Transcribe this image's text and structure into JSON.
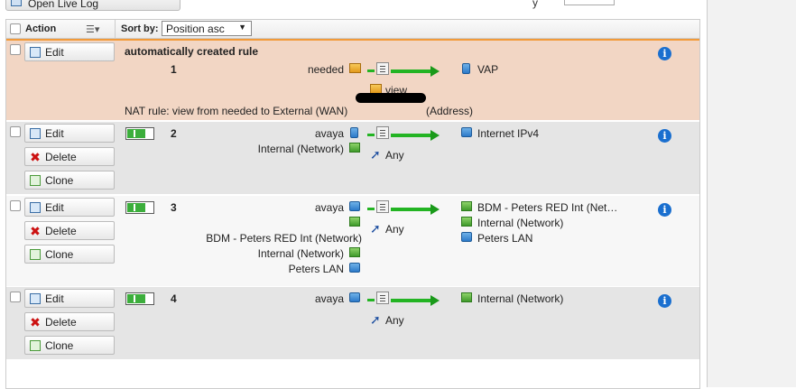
{
  "top": {
    "open_log_label": "Open Live Log",
    "per_page_label": "y"
  },
  "header": {
    "action_label": "Action",
    "sort_by_label": "Sort by:",
    "sort_value": "Position asc"
  },
  "rows": [
    {
      "title": "automatically created rule",
      "position": "1",
      "sources": [
        "needed"
      ],
      "service": "view",
      "destinations": [
        "VAP"
      ],
      "nat_prefix": "NAT rule: view from needed to External (WAN)",
      "nat_suffix": "(Address)",
      "buttons": [
        "Edit"
      ]
    },
    {
      "position": "2",
      "sources": [
        "avaya",
        "Internal (Network)"
      ],
      "service": "Any",
      "destinations": [
        "Internet IPv4"
      ],
      "buttons": [
        "Edit",
        "Delete",
        "Clone"
      ]
    },
    {
      "position": "3",
      "sources": [
        "avaya",
        "BDM - Peters RED Int (Network)",
        "Internal (Network)",
        "Peters LAN"
      ],
      "service": "Any",
      "destinations": [
        "BDM - Peters RED Int (Net…",
        "Internal (Network)",
        "Peters LAN"
      ],
      "buttons": [
        "Edit",
        "Delete",
        "Clone"
      ]
    },
    {
      "position": "4",
      "sources": [
        "avaya"
      ],
      "service": "Any",
      "destinations": [
        "Internal (Network)"
      ],
      "buttons": [
        "Edit",
        "Delete",
        "Clone"
      ]
    }
  ],
  "icons": {
    "edit": "edit-icon",
    "delete": "delete-x-icon",
    "clone": "clone-icon",
    "info": "info-icon",
    "any": "any-service-icon"
  },
  "colors": {
    "selected_row": "#f2d6c4",
    "accent": "#f29a39",
    "arrow": "#23b423",
    "info": "#1a6fcf"
  }
}
